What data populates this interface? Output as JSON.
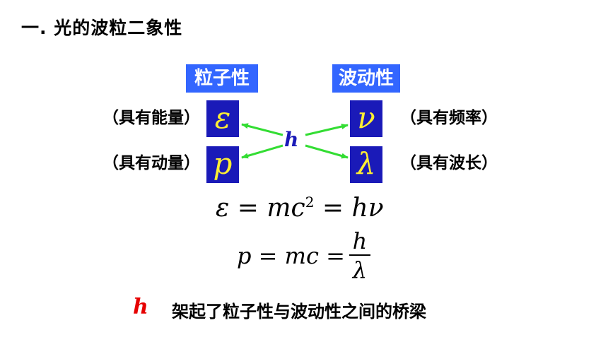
{
  "heading": "一. 光的波粒二象性",
  "labels": {
    "particle": "粒子性",
    "wave": "波动性"
  },
  "symbols": {
    "energy": "ε",
    "momentum": "p",
    "frequency": "ν",
    "wavelength": "λ",
    "planck": "h"
  },
  "notes": {
    "energy": "（具有能量）",
    "momentum": "（具有动量）",
    "frequency": "（具有频率）",
    "wavelength": "（具有波长）"
  },
  "formulas": {
    "f1_lhs": "ε",
    "f1_eq1": "=",
    "f1_mc": "mc",
    "f1_exp": "2",
    "f1_eq2": "=",
    "f1_rhs": "hν",
    "f2_lhs": "p",
    "f2_eq1": "=",
    "f2_mc": "mc",
    "f2_eq2": "=",
    "f2_num": "h",
    "f2_den": "λ"
  },
  "bottom": {
    "symbol": "h",
    "text": "架起了粒子性与波动性之间的桥梁"
  },
  "colors": {
    "label_bg": "#3366ff",
    "symbol_bg": "#1a1ab8",
    "symbol_fg": "#ffee33",
    "arrow": "#33dd33",
    "planck_center": "#1a1ab8",
    "planck_bottom": "#e60000"
  }
}
